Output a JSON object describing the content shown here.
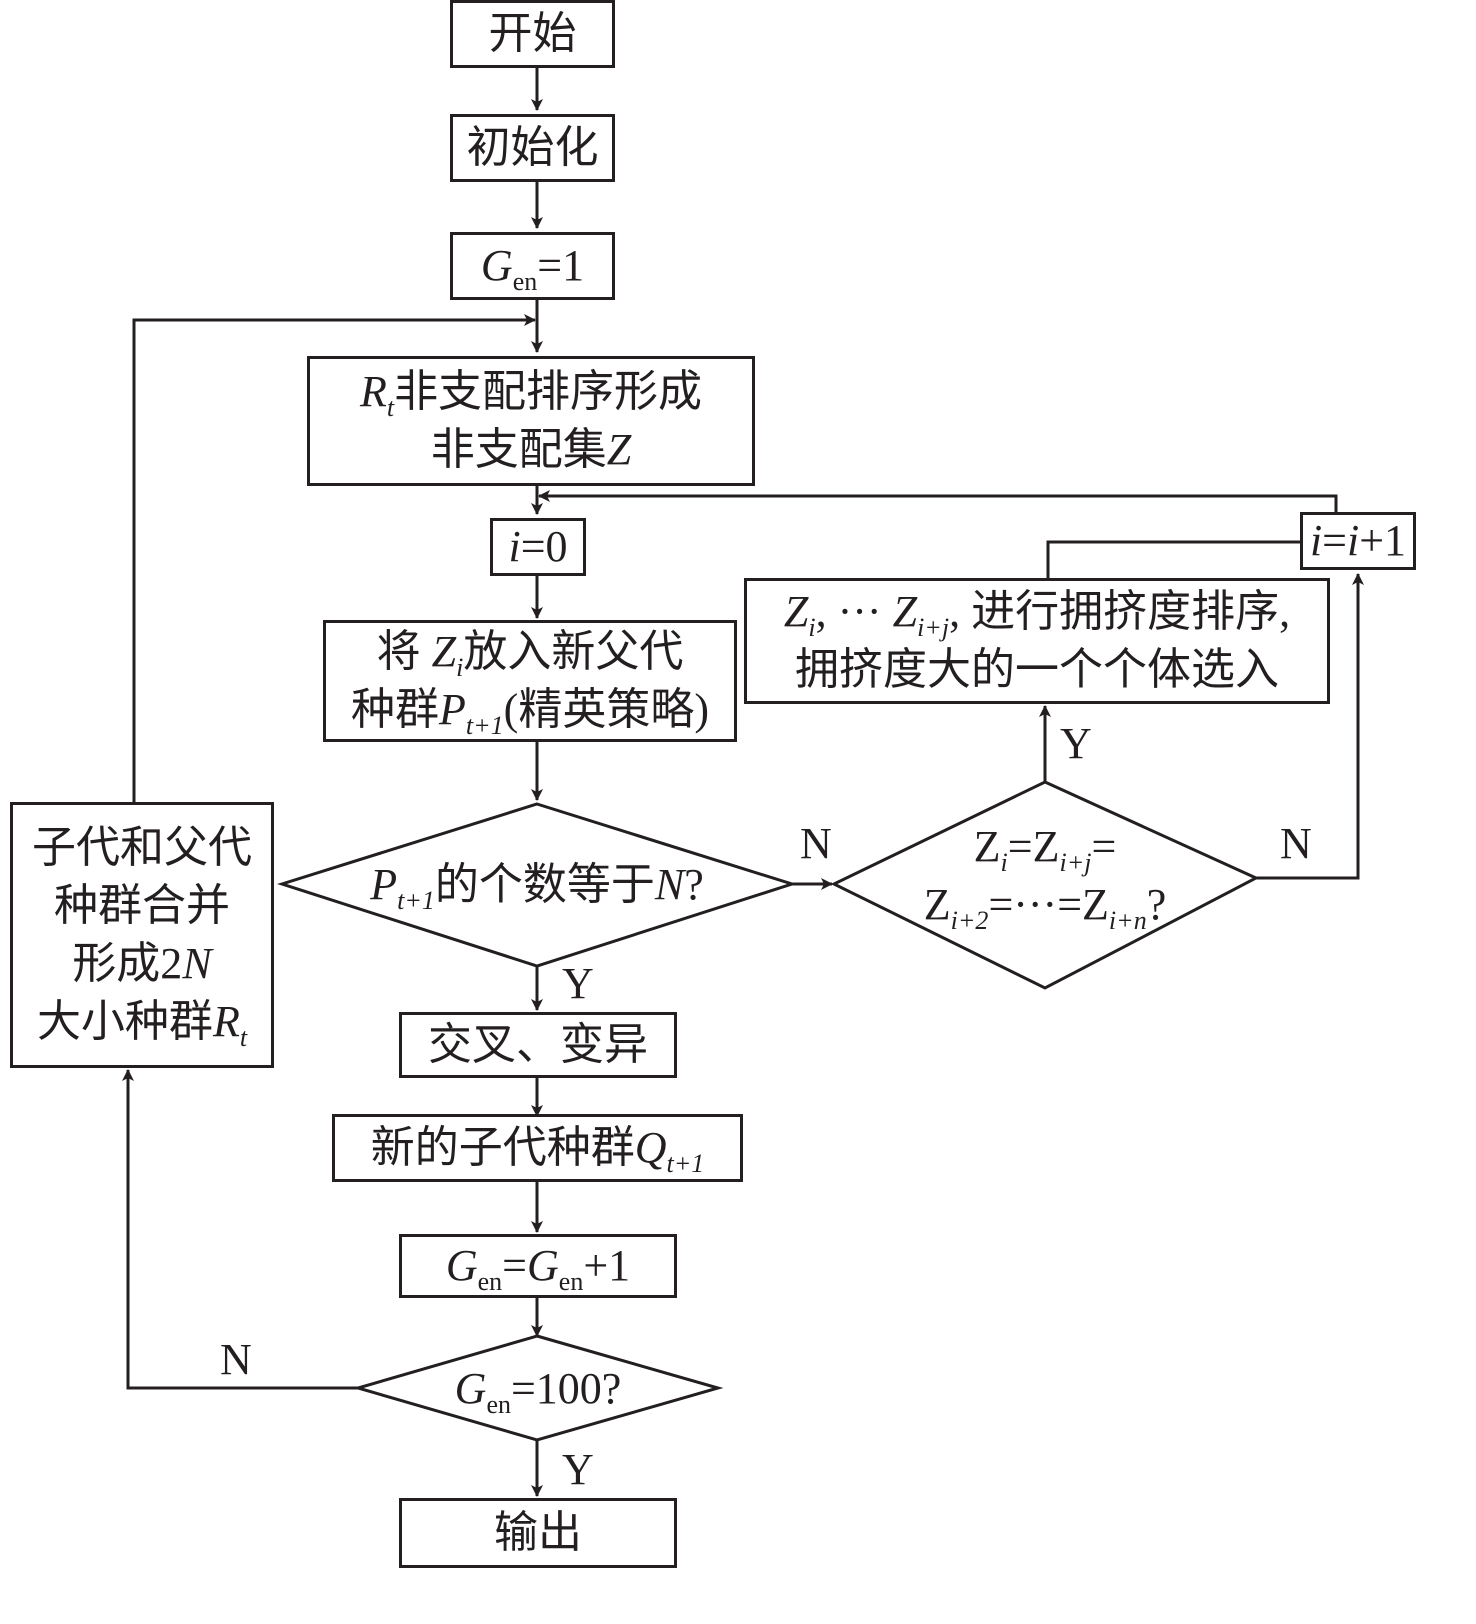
{
  "nodes": {
    "start": {
      "text": "开始"
    },
    "init": {
      "text": "初始化"
    },
    "gen_init": {
      "var": "G",
      "sub": "en",
      "rest": "=1"
    },
    "nondominated_sort": {
      "var": "R",
      "sub": "t",
      "line1": "非支配排序形成",
      "line2_text": "非支配集",
      "line2_var": "Z"
    },
    "i_zero": {
      "var": "i",
      "rest": "=0"
    },
    "put_zi": {
      "line1_pre": "将 ",
      "line1_var": "Z",
      "line1_sub": "i",
      "line1_post": "放入新父代",
      "line2_pre": "种群",
      "line2_var": "P",
      "line2_sub": "t+1",
      "line2_post": "(精英策略)"
    },
    "decision_count": {
      "var": "P",
      "sub": "t+1",
      "rest": "的个数等于",
      "var2": "N",
      "post": "?"
    },
    "decision_equal": {
      "line1_a": "Z",
      "line1_a_sub": "i",
      "line1_eq": "=",
      "line1_b": "Z",
      "line1_b_sub": "i+j",
      "line1_post": "=",
      "line2_a": "Z",
      "line2_a_sub": "i+2",
      "line2_mid": "=···=",
      "line2_b": "Z",
      "line2_b_sub": "i+n",
      "line2_post": "?"
    },
    "crowding": {
      "l1_a": "Z",
      "l1_a_sub": "i",
      "l1_mid": ", ··· ",
      "l1_b": "Z",
      "l1_b_sub": "i+j",
      "l1_post": ", 进行拥挤度排序,",
      "line2": "拥挤度大的一个个体选入"
    },
    "i_increment": {
      "var": "i",
      "eq": "=",
      "var2": "i",
      "rest": "+1"
    },
    "merge": {
      "line1": "子代和父代",
      "line2": "种群合并",
      "line3_text": "形成2",
      "line3_var": "N",
      "line4_text": "大小种群",
      "line4_var": "R",
      "line4_sub": "t"
    },
    "crossover": {
      "text": "交叉、变异"
    },
    "offspring": {
      "text": "新的子代种群",
      "var": "Q",
      "sub": "t+1"
    },
    "gen_inc": {
      "var": "G",
      "sub": "en",
      "eq": "=",
      "var2": "G",
      "sub2": "en",
      "rest": "+1"
    },
    "decision_gen": {
      "var": "G",
      "sub": "en",
      "rest": "=100?"
    },
    "output": {
      "text": "输出"
    }
  },
  "edge_labels": {
    "count_yes": "Y",
    "count_no": "N",
    "equal_yes": "Y",
    "equal_no": "N",
    "gen_no": "N",
    "gen_yes": "Y"
  }
}
